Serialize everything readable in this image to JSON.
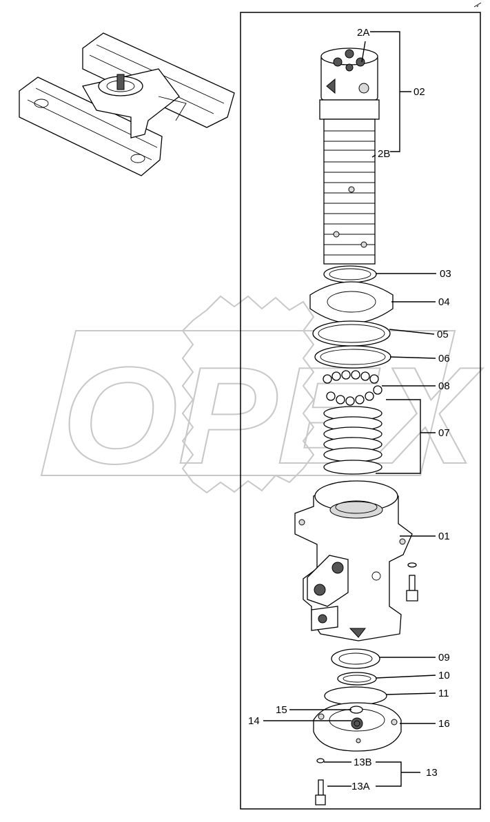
{
  "watermark": {
    "text": "OPEX"
  },
  "labels": {
    "l2a": "2A",
    "l2b": "2B",
    "l02": "02",
    "l03": "03",
    "l04": "04",
    "l05": "05",
    "l06": "06",
    "l08": "08",
    "l07": "07",
    "l01": "01",
    "l09": "09",
    "l10": "10",
    "l11": "11",
    "l15": "15",
    "l14": "14",
    "l16": "16",
    "l13b": "13B",
    "l13": "13",
    "l13a": "13A"
  }
}
